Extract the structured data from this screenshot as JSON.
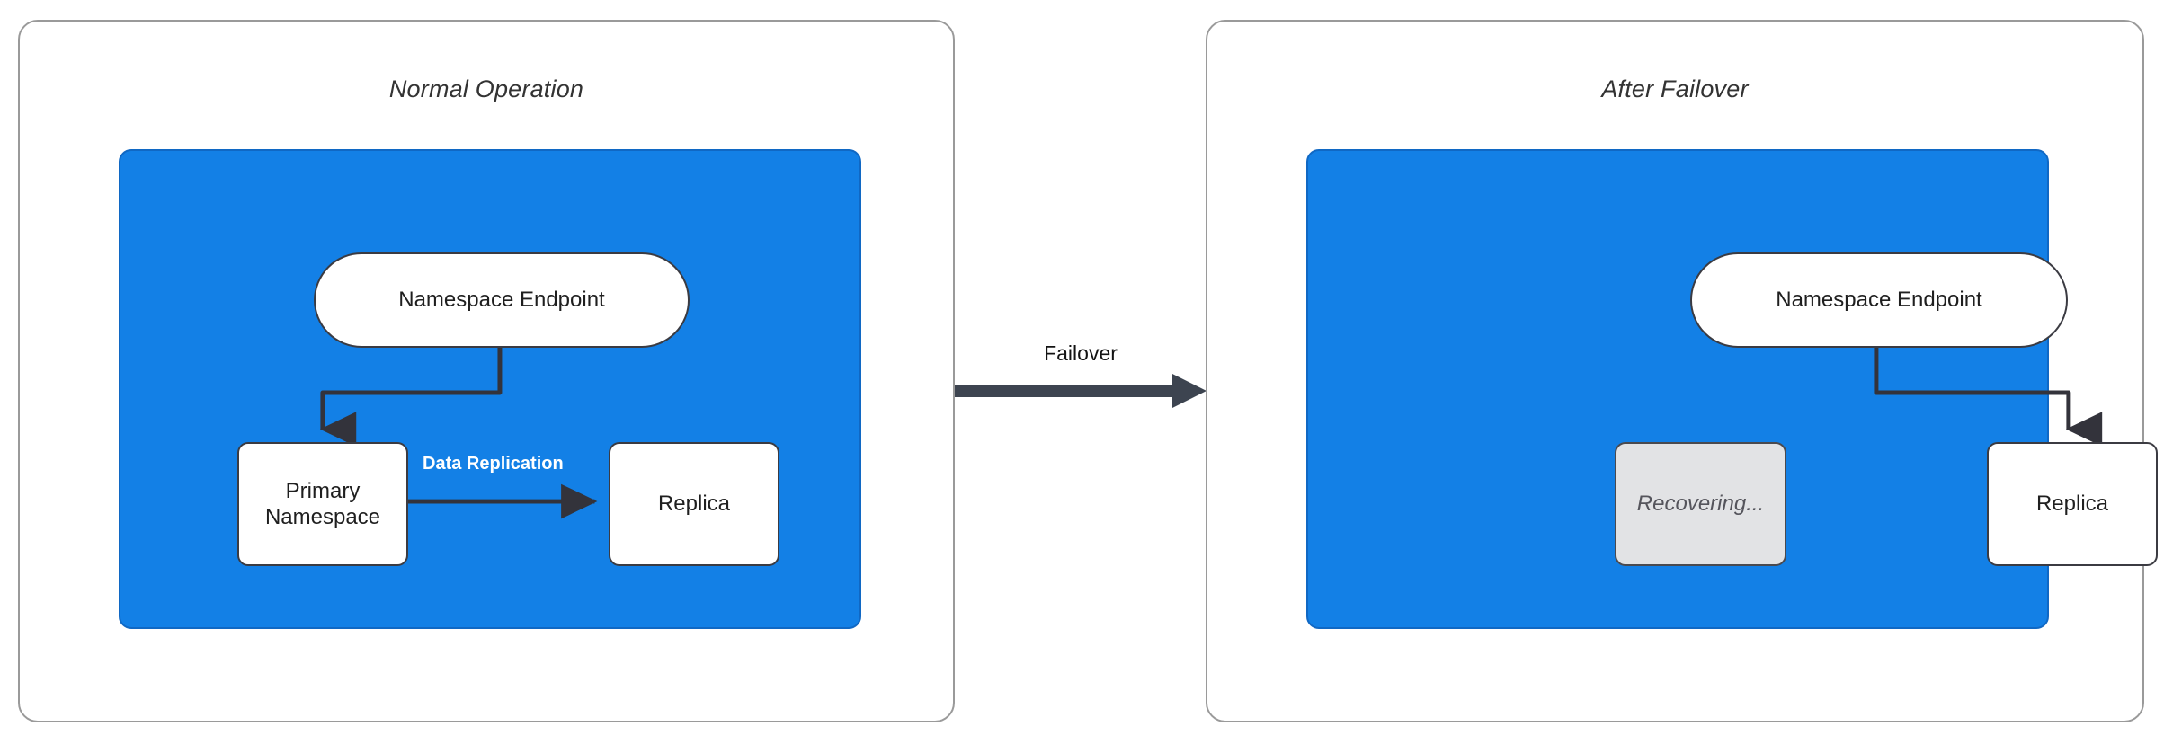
{
  "colors": {
    "cluster_blue": "#1380E6",
    "panel_border": "#9a9a9a",
    "node_border": "#3b3b42",
    "edge_stroke": "#33333b",
    "recovering_fill": "#e2e3e5",
    "recovering_text": "#55555c",
    "edge_label_text": "#ffffff",
    "title_text": "#333333",
    "canvas": "#ffffff"
  },
  "panels": [
    {
      "id": "normal-operation",
      "title": "Normal Operation",
      "cluster": {
        "nodes": [
          {
            "id": "endpoint",
            "label": "Namespace Endpoint",
            "shape": "pill",
            "state": "active"
          },
          {
            "id": "primary",
            "label": "Primary\nNamespace",
            "shape": "rectangle",
            "state": "active"
          },
          {
            "id": "replica",
            "label": "Replica",
            "shape": "rectangle",
            "state": "active"
          }
        ],
        "edges": [
          {
            "from": "endpoint",
            "to": "primary",
            "label": "",
            "style": "orthogonal-arrow"
          },
          {
            "from": "primary",
            "to": "replica",
            "label": "Data Replication",
            "style": "straight-arrow"
          }
        ]
      }
    },
    {
      "id": "after-failover",
      "title": "After Failover",
      "cluster": {
        "nodes": [
          {
            "id": "endpoint",
            "label": "Namespace Endpoint",
            "shape": "pill",
            "state": "active"
          },
          {
            "id": "recovering",
            "label": "Recovering...",
            "shape": "rectangle",
            "state": "recovering"
          },
          {
            "id": "replica",
            "label": "Replica",
            "shape": "rectangle",
            "state": "active"
          }
        ],
        "edges": [
          {
            "from": "endpoint",
            "to": "replica",
            "label": "",
            "style": "orthogonal-arrow"
          }
        ]
      }
    }
  ],
  "transition": {
    "label": "Failover",
    "from_panel": "normal-operation",
    "to_panel": "after-failover",
    "direction": "right"
  },
  "labels": {
    "primary_line1": "Primary",
    "primary_line2": "Namespace"
  }
}
